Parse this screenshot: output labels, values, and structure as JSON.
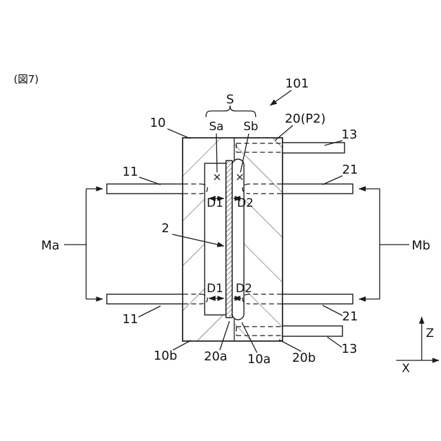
{
  "figure": {
    "caption": "(図7)",
    "reference": "101"
  },
  "labels": {
    "s": "S",
    "sa": "Sa",
    "sb": "Sb",
    "part10": "10",
    "part20": "20(P2)",
    "rod13_top": "13",
    "rod13_bottom": "13",
    "rod11_top": "11",
    "rod11_bottom": "11",
    "rod21_top": "21",
    "rod21_bottom": "21",
    "gap_d1_top": "D1",
    "gap_d2_top": "D2",
    "gap_d1_bottom": "D1",
    "gap_d2_bottom": "D2",
    "part2": "2",
    "force_left": "Ma",
    "force_right": "Mb",
    "part10b": "10b",
    "part20a": "20a",
    "part10a": "10a",
    "part20b": "20b"
  },
  "axes": {
    "vertical": "Z",
    "horizontal": "X"
  },
  "colors": {
    "line": "#1a1a1a",
    "background": "#ffffff"
  }
}
